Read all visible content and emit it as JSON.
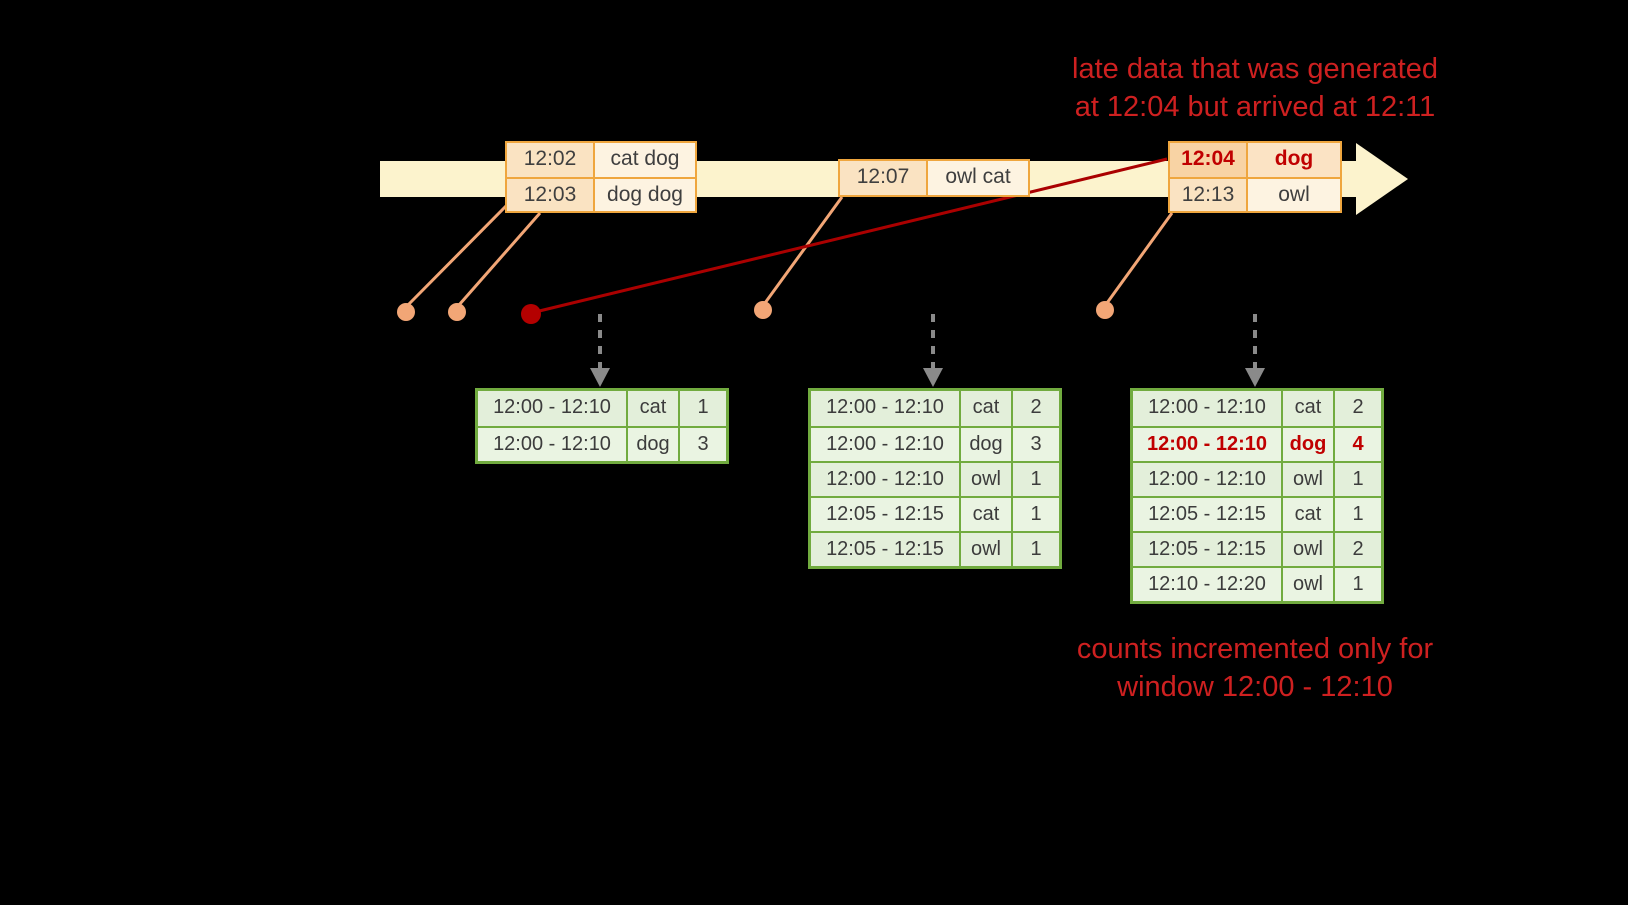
{
  "colors": {
    "background": "#000000",
    "timeline_band": "#fcf3cd",
    "event_border": "#efa63e",
    "event_time_bg": "#fae3c2",
    "event_words_bg": "#fdf3e1",
    "late_event_time_bg": "#f8d3a4",
    "late_event_words_bg": "#fbe3c4",
    "table_border_green": "#71ab3f",
    "table_cell_green": "#e3efda",
    "connector_salmon": "#f2a676",
    "late_line_red": "#aa0000",
    "annotation_red": "#ce2020",
    "highlight_red": "#c00000",
    "trigger_arrow_gray": "#8a8a8a"
  },
  "late_annotation": {
    "line1": "late data that was generated",
    "line2": "at 12:04 but arrived at 12:11"
  },
  "bottom_annotation": {
    "line1": "counts incremented only for",
    "line2": "window 12:00 - 12:10"
  },
  "event_groups": [
    {
      "name": "events-12:02-12:03",
      "rows": [
        {
          "time": "12:02",
          "words": "cat dog"
        },
        {
          "time": "12:03",
          "words": "dog dog"
        }
      ]
    },
    {
      "name": "events-12:07",
      "rows": [
        {
          "time": "12:07",
          "words": "owl cat"
        }
      ]
    },
    {
      "name": "events-12:04-late-and-12:13",
      "rows": [
        {
          "time": "12:04",
          "words": "dog",
          "late": true
        },
        {
          "time": "12:13",
          "words": "owl"
        }
      ]
    }
  ],
  "result_tables": [
    {
      "rows": [
        {
          "window": "12:00 - 12:10",
          "word": "cat",
          "count": "1"
        },
        {
          "window": "12:00 - 12:10",
          "word": "dog",
          "count": "3"
        }
      ]
    },
    {
      "rows": [
        {
          "window": "12:00 - 12:10",
          "word": "cat",
          "count": "2"
        },
        {
          "window": "12:00 - 12:10",
          "word": "dog",
          "count": "3"
        },
        {
          "window": "12:00 - 12:10",
          "word": "owl",
          "count": "1"
        },
        {
          "window": "12:05 - 12:15",
          "word": "cat",
          "count": "1"
        },
        {
          "window": "12:05 - 12:15",
          "word": "owl",
          "count": "1"
        }
      ]
    },
    {
      "rows": [
        {
          "window": "12:00 - 12:10",
          "word": "cat",
          "count": "2"
        },
        {
          "window": "12:00 - 12:10",
          "word": "dog",
          "count": "4",
          "highlight": true
        },
        {
          "window": "12:00 - 12:10",
          "word": "owl",
          "count": "1"
        },
        {
          "window": "12:05 - 12:15",
          "word": "cat",
          "count": "1"
        },
        {
          "window": "12:05 - 12:15",
          "word": "owl",
          "count": "2"
        },
        {
          "window": "12:10 - 12:20",
          "word": "owl",
          "count": "1"
        }
      ]
    }
  ]
}
